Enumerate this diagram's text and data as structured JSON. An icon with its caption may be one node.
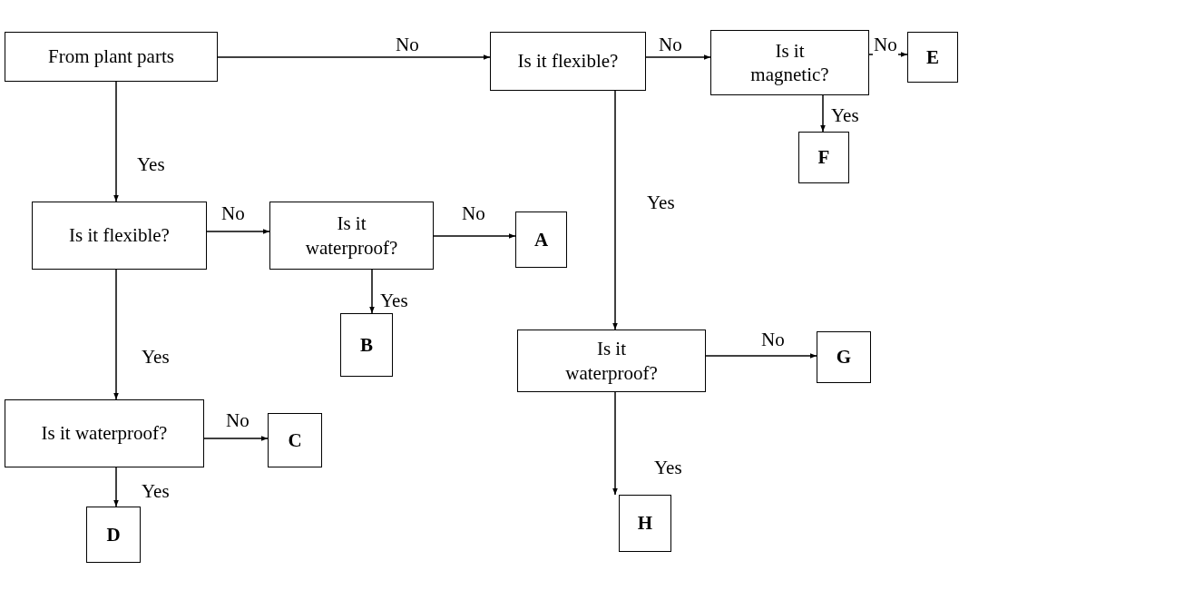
{
  "diagram": {
    "nodes": [
      {
        "text": [
          "From plant parts"
        ]
      },
      {
        "text": [
          "Is it flexible?"
        ]
      },
      {
        "text": [
          "Is it magnetic?"
        ]
      },
      {
        "text": [
          "E"
        ]
      },
      {
        "text": [
          "F"
        ]
      },
      {
        "text": [
          "Is it flexible?"
        ]
      },
      {
        "text": [
          "Is it waterproof?"
        ]
      },
      {
        "text": [
          "A"
        ]
      },
      {
        "text": [
          "B"
        ]
      },
      {
        "text": [
          "G"
        ]
      },
      {
        "text": [
          "Is it waterproof?"
        ]
      },
      {
        "text": [
          "Is it waterproof?"
        ]
      },
      {
        "text": [
          "C"
        ]
      },
      {
        "text": [
          "D"
        ]
      },
      {
        "text": [
          "H"
        ]
      }
    ],
    "edges": [
      {
        "from": 0,
        "to": 1,
        "arrow": "to",
        "label": "No"
      },
      {
        "from": 1,
        "to": 2,
        "arrow": "to",
        "label": "No"
      },
      {
        "from": 2,
        "to": 3,
        "arrow": "to",
        "label": "No"
      },
      {
        "from": 2,
        "to": 4,
        "arrow": "to",
        "label": "Yes"
      },
      {
        "from": 0,
        "to": 5,
        "arrow": "to",
        "label": "Yes"
      },
      {
        "from": 5,
        "to": 6,
        "arrow": "to",
        "label": "No"
      },
      {
        "from": 6,
        "to": 7,
        "arrow": "to",
        "label": "No"
      },
      {
        "from": 6,
        "to": 8,
        "arrow": "to",
        "label": "Yes"
      },
      {
        "from": 1,
        "to": 10,
        "arrow": "to",
        "label": "Yes"
      },
      {
        "from": 10,
        "to": 9,
        "arrow": "to",
        "label": "No"
      },
      {
        "from": 10,
        "to": 14,
        "arrow": "to",
        "label": "Yes"
      },
      {
        "from": 5,
        "to": 11,
        "arrow": "to",
        "label": "Yes"
      },
      {
        "from": 11,
        "to": 12,
        "arrow": "to",
        "label": "No"
      },
      {
        "from": 11,
        "to": 13,
        "arrow": "to",
        "label": "Yes"
      }
    ]
  }
}
